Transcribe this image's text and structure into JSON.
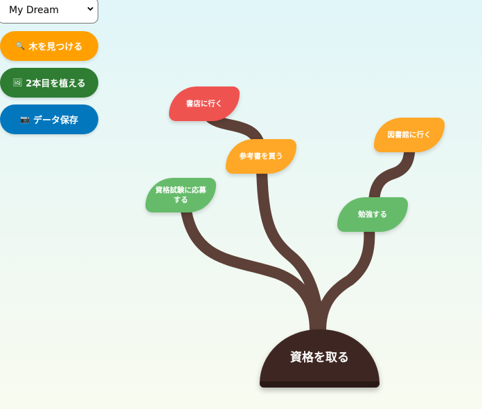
{
  "controls": {
    "tree_select": {
      "value": "My Dream"
    },
    "buttons": [
      {
        "icon": "🔍",
        "label": "木を見つける",
        "color": "#ffa000"
      },
      {
        "icon": "🖼",
        "label": "2本目を植える",
        "color": "#2e7d32"
      },
      {
        "icon": "📷",
        "label": "データ保存",
        "color": "#0277bd"
      }
    ]
  },
  "tree": {
    "root": {
      "label": "資格を取る",
      "color": "#3e2723"
    },
    "branch_color": "#5d4037",
    "leaves": [
      {
        "label": "書店に行く",
        "color": "#ef5350"
      },
      {
        "label": "参考書を買う",
        "color": "#ffa726"
      },
      {
        "label": "資格試験に応募する",
        "color": "#66bb6a"
      },
      {
        "label": "図書館に行く",
        "color": "#ffa726"
      },
      {
        "label": "勉強する",
        "color": "#66bb6a"
      }
    ]
  }
}
